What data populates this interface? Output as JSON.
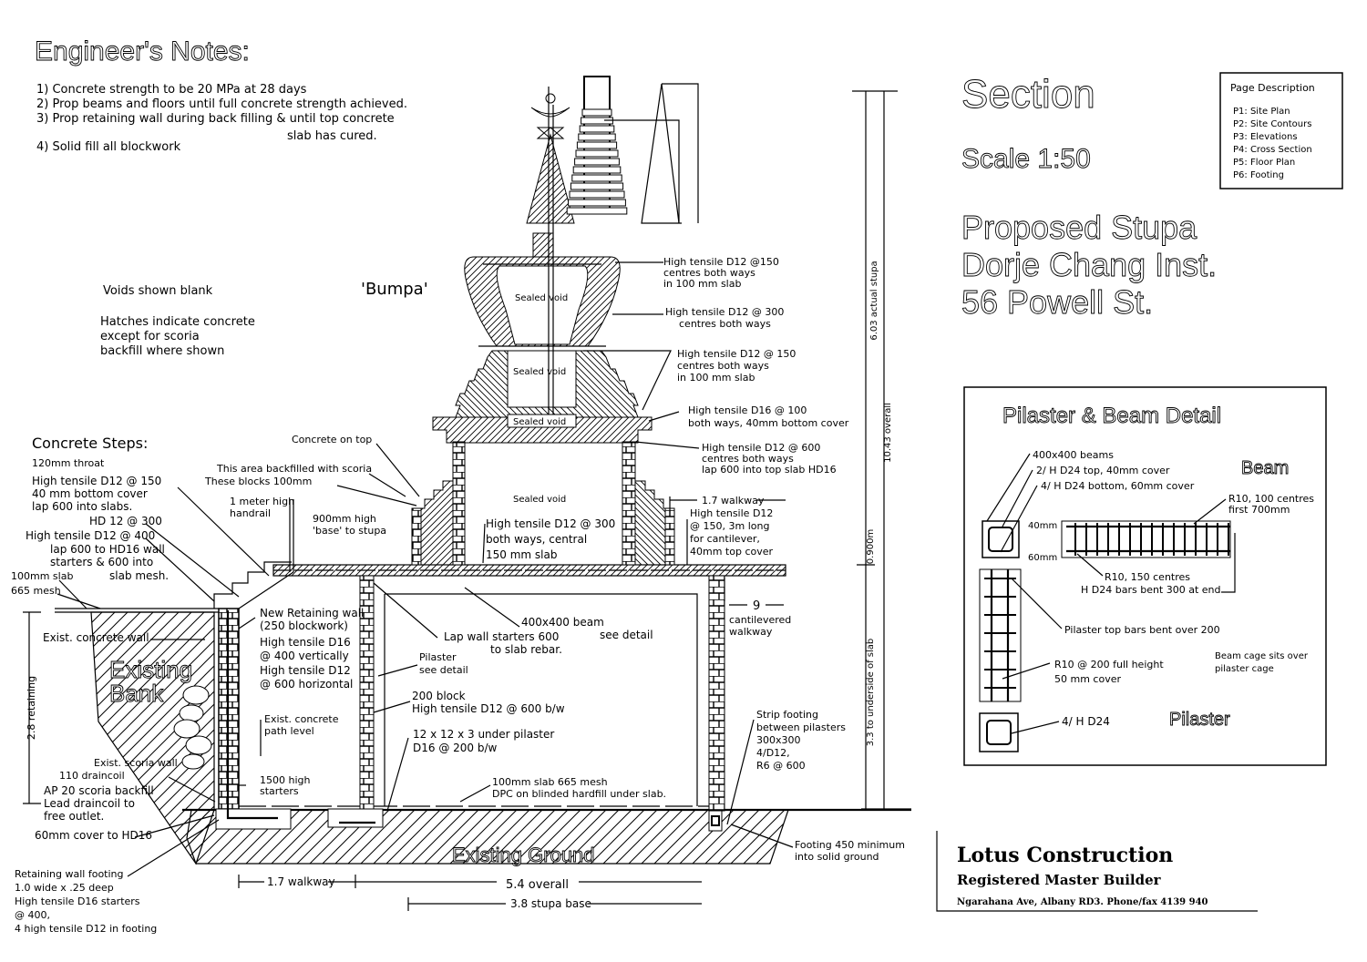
{
  "labels": {
    "notes_title": [
      "Engineer's Notes:"
    ],
    "note1": [
      "1) Concrete strength to be 20 MPa at 28 days"
    ],
    "note2": [
      "2) Prop beams and floors until full concrete strength achieved."
    ],
    "note3": [
      "3) Prop retaining wall during back filling & until top concrete"
    ],
    "note3b": [
      "slab has cured."
    ],
    "note4": [
      "4) Solid fill all blockwork"
    ],
    "voids": [
      "Voids shown blank"
    ],
    "hatches": [
      "Hatches indicate concrete",
      "except for scoria",
      "backfill where shown"
    ],
    "bumpa": [
      "'Bumpa'"
    ],
    "steps_title": [
      "Concrete Steps:"
    ],
    "throat": [
      "120mm throat"
    ],
    "steps_d12_150": [
      "High tensile D12 @ 150",
      "40 mm bottom cover",
      "lap 600 into slabs."
    ],
    "hd12": [
      "HD 12 @ 300"
    ],
    "steps_d12_400": [
      "High tensile D12 @ 400"
    ],
    "steps_d12_400b": [
      "lap 600 to HD16 wall",
      "starters & 600 into"
    ],
    "steps_d12_400c": [
      "slab mesh."
    ],
    "slab100": [
      "100mm slab"
    ],
    "mesh665": [
      "665 mesh"
    ],
    "concrete_top": [
      "Concrete on top"
    ],
    "backfill": [
      "This area backfilled with scoria"
    ],
    "blocks100": [
      "These blocks 100mm"
    ],
    "handrail": [
      "1 meter high",
      "handrail"
    ],
    "base900": [
      "900mm high",
      "'base' to stupa"
    ],
    "new_wall": [
      "New Retaining wall",
      "(250 blockwork)"
    ],
    "new_wall_d16": [
      "High tensile D16",
      "@ 400 vertically"
    ],
    "new_wall_d12": [
      "High tensile D12",
      "@ 600 horizontal"
    ],
    "exist_wall": [
      "Exist. concrete wall"
    ],
    "exist_bank": [
      "Existing",
      "Bank"
    ],
    "retaining_dim": [
      "2.8 retaining"
    ],
    "path_level": [
      "Exist. concrete",
      "path level"
    ],
    "starters1500": [
      "1500 high",
      "starters"
    ],
    "scoria_wall": [
      "Exist. scoria wall"
    ],
    "draincoil": [
      "110 draincoil"
    ],
    "backfill_ap20": [
      "AP 20 scoria backfill",
      "Lead draincoil to",
      "free outlet."
    ],
    "cover60": [
      "60mm cover to HD16"
    ],
    "wall_footing": [
      "Retaining wall footing",
      "1.0 wide x .25 deep",
      "High tensile D16 starters",
      "@ 400,",
      "4 high tensile D12 in footing"
    ],
    "lap_starters": [
      "Lap wall starters 600"
    ],
    "lap_starters_b": [
      "to slab rebar."
    ],
    "beam400": [
      "400x400 beam"
    ],
    "beam400_b": [
      "see detail"
    ],
    "pilaster_note": [
      "Pilaster",
      "see detail"
    ],
    "block200": [
      "200 block",
      "High tensile D12 @ 600 b/w"
    ],
    "under_pilaster": [
      "12 x 12 x 3 under pilaster",
      "D16 @ 200 b/w"
    ],
    "slab_mesh": [
      "100mm slab 665 mesh",
      "DPC on blinded hardfill under slab."
    ],
    "existing_ground": [
      "Existing Ground"
    ],
    "cant_9": [
      "9"
    ],
    "cant_walkway": [
      "cantilevered",
      "walkway"
    ],
    "strip_footing": [
      "Strip footing",
      "between pilasters",
      "300x300",
      "4/D12,",
      "R6 @ 600"
    ],
    "footing450": [
      "Footing 450 minimum",
      "into solid ground"
    ],
    "dim_walkway_bottom": [
      "1.7 walkway"
    ],
    "dim_overall": [
      "5.4 overall"
    ],
    "dim_stupa_base": [
      "3.8 stupa base"
    ],
    "r1": [
      "High tensile D12 @150",
      "centres both ways",
      "in 100 mm slab"
    ],
    "r2": [
      "High tensile D12 @ 300"
    ],
    "r2b": [
      "centres both ways"
    ],
    "r3": [
      "High tensile D12 @ 150",
      "centres both ways",
      "in 100 mm slab"
    ],
    "r4": [
      "High tensile D16 @ 100",
      "both ways, 40mm bottom cover"
    ],
    "r5": [
      "High tensile D12 @ 600",
      "centres both ways",
      "lap 600 into top slab HD16"
    ],
    "walkway_top": [
      "1.7 walkway"
    ],
    "cantilever_bars": [
      "High tensile D12",
      "@ 150, 3m long",
      "for cantilever,",
      "40mm top cover"
    ],
    "central_slab": [
      "High tensile D12 @ 300",
      "both ways, central",
      "150 mm slab"
    ],
    "void1": [
      "Sealed void"
    ],
    "void2": [
      "Sealed void"
    ],
    "void3": [
      "Sealed void"
    ],
    "void4": [
      "Sealed void"
    ],
    "dim_actual": [
      "6.03 actual stupa"
    ],
    "dim_total": [
      "10.43 overall"
    ],
    "dim_base": [
      "0.900m"
    ],
    "dim_underside": [
      "3.3 to underside of slab"
    ],
    "section": [
      "Section"
    ],
    "scale": [
      "Scale 1:50"
    ],
    "project": [
      "Proposed Stupa",
      "Dorje Chang Inst.",
      "56 Powell St."
    ],
    "page_desc_title": [
      "Page Description"
    ],
    "page_desc_items": [
      "P1: Site Plan",
      "P2: Site Contours",
      "P3: Elevations",
      "P4: Cross Section",
      "P5: Floor Plan",
      "P6: Footing"
    ],
    "detail_title": [
      "Pilaster & Beam Detail"
    ],
    "detail_beam": [
      "Beam"
    ],
    "d_beams": [
      "400x400 beams"
    ],
    "d_top": [
      "2/ H D24 top, 40mm cover"
    ],
    "d_bottom": [
      "4/ H D24 bottom, 60mm cover"
    ],
    "d_r10_100": [
      "R10, 100 centres",
      "first 700mm"
    ],
    "d_40": [
      "40mm"
    ],
    "d_60": [
      "60mm"
    ],
    "d_r10_150": [
      "R10, 150 centres"
    ],
    "d_bent": [
      "H D24 bars bent 300 at end"
    ],
    "d_top_bars": [
      "Pilaster top bars bent over 200"
    ],
    "d_r10_200": [
      "R10 @ 200 full height",
      "50 mm cover"
    ],
    "d_cage": [
      "Beam cage sits over",
      "pilaster cage"
    ],
    "d_4hd24": [
      "4/ H D24"
    ],
    "detail_pilaster": [
      "Pilaster"
    ],
    "company": [
      "Lotus Construction"
    ],
    "company_sub": [
      "Registered Master Builder"
    ],
    "company_addr": [
      "Ngarahana Ave, Albany RD3. Phone/fax 4139 940"
    ]
  },
  "colors": {
    "ink": "#000000",
    "paper": "#ffffff"
  }
}
